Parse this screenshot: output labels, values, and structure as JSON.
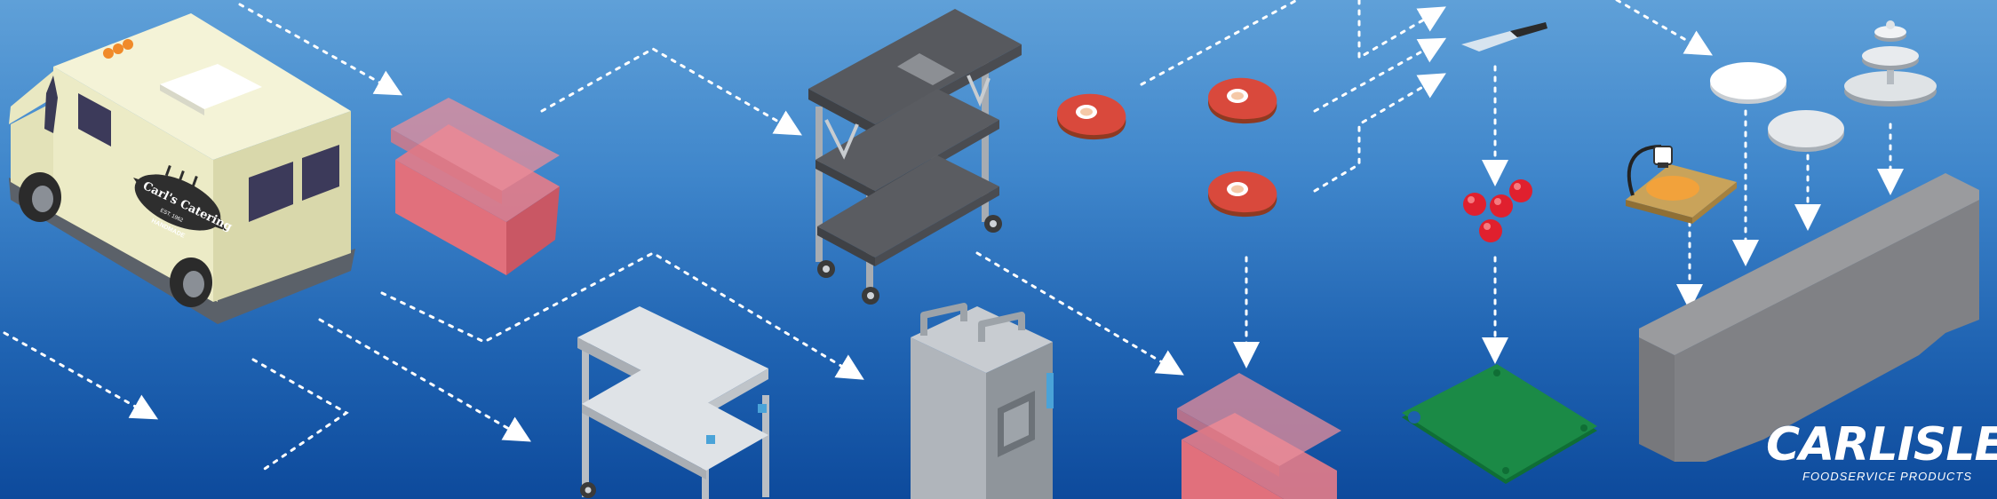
{
  "scene": {
    "background_top": "#5fa0d8",
    "background_bottom": "#0d4a9c",
    "flow_line_color": "#ffffff"
  },
  "truck": {
    "sign_text": "Carl's Catering",
    "sign_subtext": "HANDMADE",
    "sign_est": "EST. 1962",
    "body_color": "#f1f0cf"
  },
  "items": [
    {
      "name": "food-pan-top-left",
      "icon": "food-pan-icon",
      "color": "#e8707a"
    },
    {
      "name": "utility-cart-dark",
      "icon": "utility-cart-icon",
      "color": "#5e6166"
    },
    {
      "name": "steaks",
      "icon": "steak-icon",
      "color": "#d3473c"
    },
    {
      "name": "chef-knife",
      "icon": "knife-icon"
    },
    {
      "name": "tomatoes",
      "icon": "tomato-icon",
      "color": "#e0202e"
    },
    {
      "name": "platters",
      "icon": "platter-icon"
    },
    {
      "name": "tiered-stand",
      "icon": "tiered-stand-icon"
    },
    {
      "name": "heat-lamp-carving-station",
      "icon": "heat-lamp-icon"
    },
    {
      "name": "buffet-counter",
      "icon": "counter-icon",
      "color": "#8c8d90"
    },
    {
      "name": "stainless-cart",
      "icon": "stainless-cart-icon"
    },
    {
      "name": "insulated-carrier",
      "icon": "food-carrier-icon"
    },
    {
      "name": "food-pan-bottom",
      "icon": "food-pan-icon",
      "color": "#e8707a"
    },
    {
      "name": "cutting-board",
      "icon": "cutting-board-icon",
      "color": "#1b8a46"
    }
  ],
  "logo": {
    "main": "CARLISLE",
    "sub": "FOODSERVICE PRODUCTS"
  }
}
